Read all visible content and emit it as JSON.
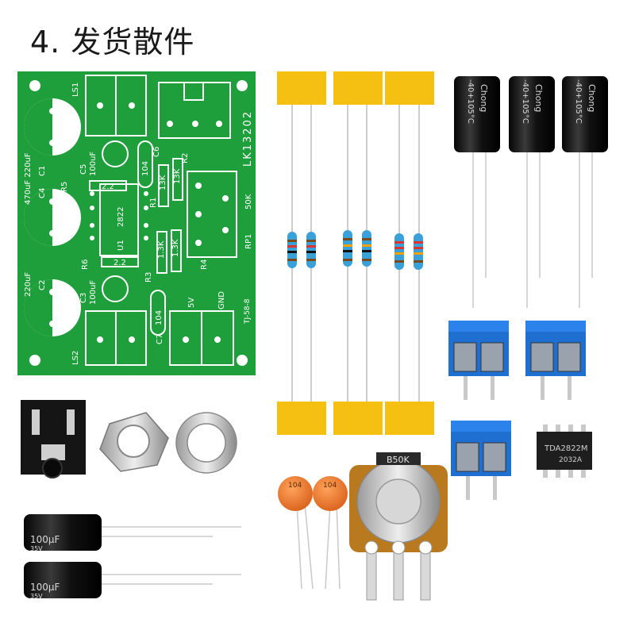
{
  "heading": "4. 发货散件",
  "pcb": {
    "board_code": "LK13202",
    "footer": "TJ-58-8",
    "labels": {
      "ls1": "LS1",
      "ls2": "LS2",
      "c1": "C1",
      "c1_value": "470uF 220uF",
      "c2": "C2",
      "c2_value": "220uF",
      "c3": "C3",
      "c3_value": "100uF",
      "c4": "C4",
      "c5": "C5",
      "c5_value": "100uF",
      "c6": "C6",
      "c7": "C7",
      "cap_104_a": "104",
      "cap_104_b": "104",
      "r1": "R1",
      "r2": "R2",
      "r3": "R3",
      "r4": "R4",
      "r5": "R5",
      "r6": "R6",
      "r_2_2_a": "2.2",
      "r_2_2_b": "2.2",
      "r_13k_a": "13K",
      "r_13k_b": "13K",
      "r_13k_c": "1.3K",
      "r_13k_d": "1.3K",
      "u1": "U1",
      "ic_2822": "2822",
      "rp1": "RP1",
      "rp1_value": "50K",
      "v5": "5V",
      "gnd": "GND"
    }
  },
  "parts": {
    "big_cap_brand": "Chong",
    "big_cap_temp": "-40+105°C",
    "potentiometer": "B50K",
    "ic_marking": "TDA2822M",
    "ic_code": "2032A",
    "ceramic_cap": "104",
    "small_cap_value": "100μF",
    "small_cap_voltage": "35V"
  },
  "colors": {
    "pcb": "#1f9e3c",
    "pcb_dark": "#15802d",
    "silkscreen": "#ffffff",
    "mylar": "#f5c012",
    "terminal": "#1f6fd1",
    "resistor": "#3aa0d8",
    "cap_black": "#151515",
    "ceramic": "#e9752a",
    "pot_body": "#b9791f"
  }
}
